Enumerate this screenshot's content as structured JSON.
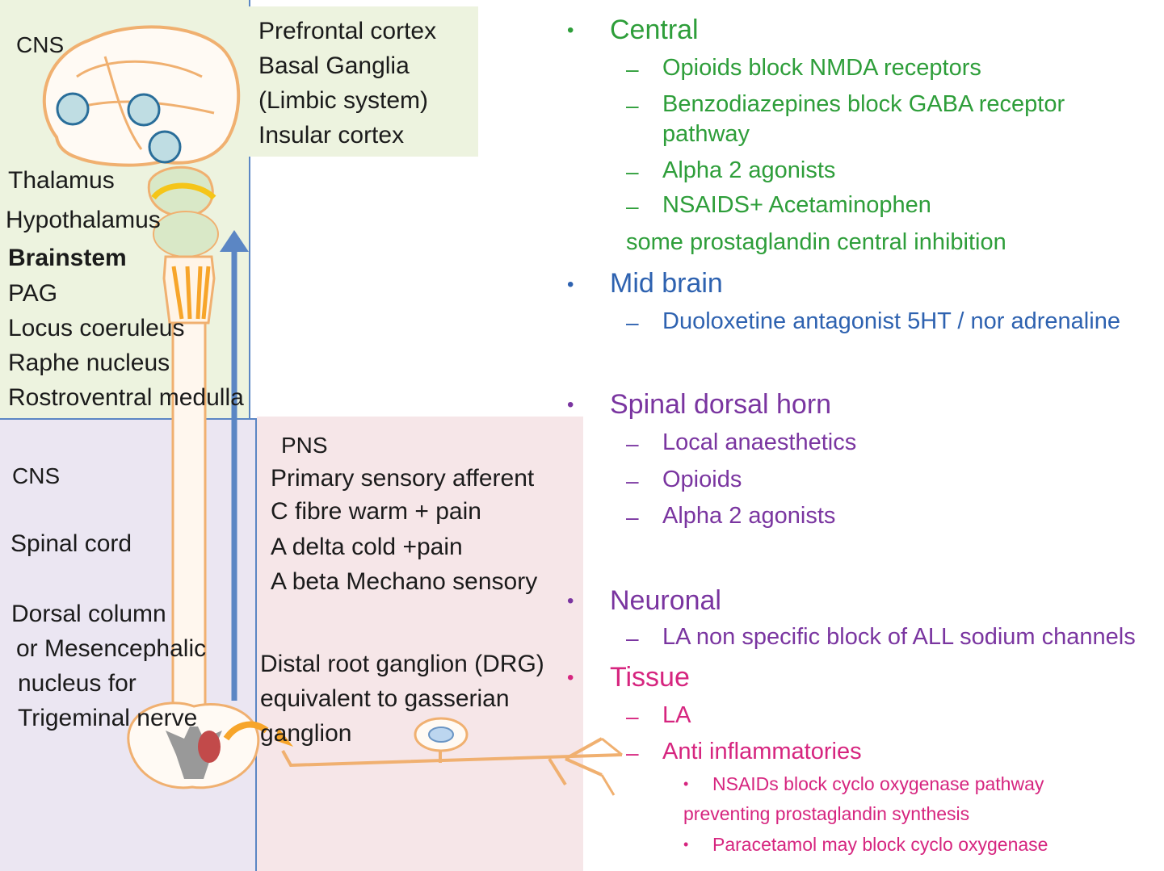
{
  "colors": {
    "central": "#2e9e3a",
    "midbrain": "#2e62b0",
    "spinal": "#7a35a0",
    "neuronal": "#7a35a0",
    "tissue": "#d6257f",
    "brain_panel": "#edf3df",
    "spinal_panel": "#ebe6f2",
    "pns_panel": "#f6e6e8"
  },
  "brain_panel": {
    "cns_label": "CNS",
    "cortex_lines": [
      "Prefrontal cortex",
      "Basal Ganglia",
      "(Limbic system)",
      "Insular cortex"
    ],
    "structures": [
      "Thalamus",
      "Hypothalamus",
      "Brainstem",
      "PAG",
      "Locus coeruleus",
      "Raphe nucleus",
      "Rostroventral medulla"
    ]
  },
  "spinal_panel": {
    "cns_label": "CNS",
    "spinal_cord": "Spinal cord",
    "dorsal_lines": [
      "Dorsal column",
      "or Mesencephalic",
      "nucleus for",
      "Trigeminal nerve"
    ]
  },
  "pns_panel": {
    "title": "PNS",
    "fibre_lines": [
      "Primary sensory afferent",
      "C fibre warm + pain",
      "A delta cold +pain",
      "A beta Mechano sensory"
    ],
    "drg_lines": [
      "Distal root ganglion (DRG)",
      "equivalent to gasserian",
      "ganglion"
    ]
  },
  "bullets": {
    "central": {
      "heading": "Central",
      "items": [
        "Opioids block NMDA receptors",
        "Benzodiazepines block GABA receptor",
        "pathway",
        "Alpha 2 agonists",
        "NSAIDS+ Acetaminophen"
      ],
      "note": "some prostaglandin central inhibition"
    },
    "midbrain": {
      "heading": "Mid brain",
      "items": [
        "Duoloxetine antagonist 5HT / nor adrenaline"
      ]
    },
    "spinal": {
      "heading": "Spinal dorsal horn",
      "items": [
        "Local anaesthetics",
        "Opioids",
        "Alpha 2 agonists"
      ]
    },
    "neuronal": {
      "heading": "Neuronal",
      "items": [
        "LA  non specific block of ALL sodium channels"
      ]
    },
    "tissue": {
      "heading": "Tissue",
      "items": [
        "LA",
        "Anti inflammatories"
      ],
      "subitems": [
        "NSAIDs  block cyclo oxygenase pathway",
        "preventing prostaglandin synthesis",
        "Paracetamol may block cyclo oxygenase"
      ]
    }
  },
  "symbols": {
    "bullet": "•",
    "dash": "–"
  }
}
